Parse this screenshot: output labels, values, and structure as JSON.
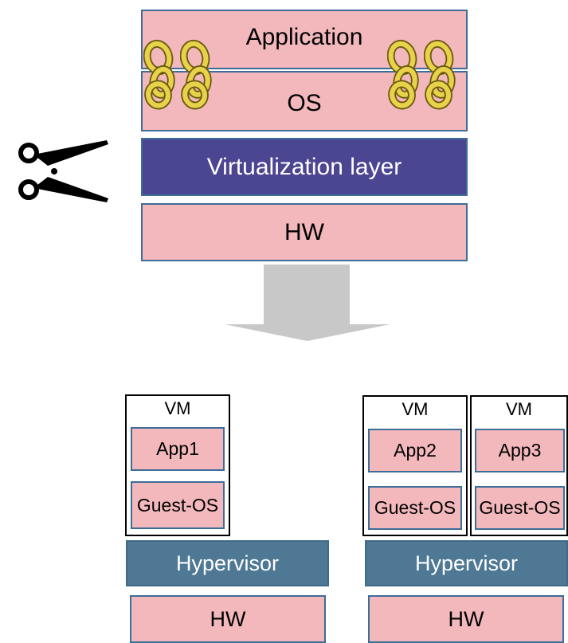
{
  "top_stack": {
    "application": "Application",
    "os": "OS",
    "virtualization": "Virtualization layer",
    "hw": "HW"
  },
  "left_host": {
    "vm_label": "VM",
    "app": "App1",
    "guest_os": "Guest-OS",
    "hypervisor": "Hypervisor",
    "hw": "HW"
  },
  "right_host": {
    "vm1_label": "VM",
    "vm1_app": "App2",
    "vm1_guest_os": "Guest-OS",
    "vm2_label": "VM",
    "vm2_app": "App3",
    "vm2_guest_os": "Guest-OS",
    "hypervisor": "Hypervisor",
    "hw": "HW"
  },
  "colors": {
    "pink_fill": "#f2b8bc",
    "border_blue": "#3d6d99",
    "virtualization_fill": "#4b4691",
    "hypervisor_fill": "#4e7893",
    "arrow_gray": "#c8c8c8",
    "chain_gold": "#e8d24a"
  },
  "icons": [
    "scissors-icon",
    "chain-link-icon",
    "down-arrow-icon"
  ]
}
